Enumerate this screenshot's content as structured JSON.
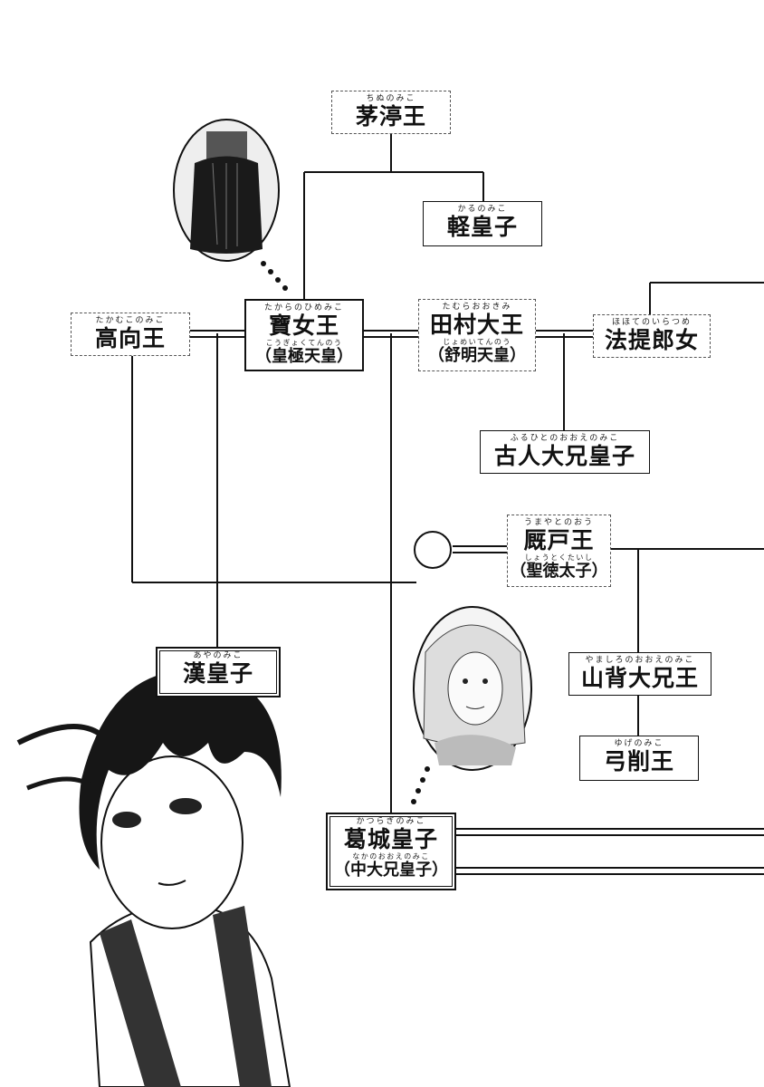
{
  "family_tree": {
    "chinu": {
      "ruby": "ちぬのみこ",
      "name": "茅渟王"
    },
    "karu": {
      "ruby": "かるのみこ",
      "name": "軽皇子"
    },
    "takamuko": {
      "ruby": "たかむこのみこ",
      "name": "高向王"
    },
    "takara": {
      "ruby": "たからのひめみこ",
      "name": "寶女王",
      "sub_ruby": "こうぎょくてんのう",
      "sub": "（皇極天皇）"
    },
    "tamura": {
      "ruby": "たむらおおきみ",
      "name": "田村大王",
      "sub_ruby": "じょめいてんのう",
      "sub": "（舒明天皇）"
    },
    "hote": {
      "ruby": "ほほてのいらつめ",
      "name": "法提郎女"
    },
    "furuhito": {
      "ruby": "ふるひとのおおえのみこ",
      "name": "古人大兄皇子"
    },
    "umayado": {
      "ruby": "うまやとのおう",
      "name": "厩戸王",
      "sub_ruby": "しょうとくたいし",
      "sub": "（聖徳太子）"
    },
    "aya": {
      "ruby": "あやのみこ",
      "name": "漢皇子"
    },
    "yamashiro": {
      "ruby": "やましろのおおえのみこ",
      "name": "山背大兄王"
    },
    "yuge": {
      "ruby": "ゆげのみこ",
      "name": "弓削王"
    },
    "katsuragi": {
      "ruby": "かつらぎのみこ",
      "name": "葛城皇子",
      "sub_ruby": "なかのおおえのみこ",
      "sub": "（中大兄皇子）"
    }
  }
}
